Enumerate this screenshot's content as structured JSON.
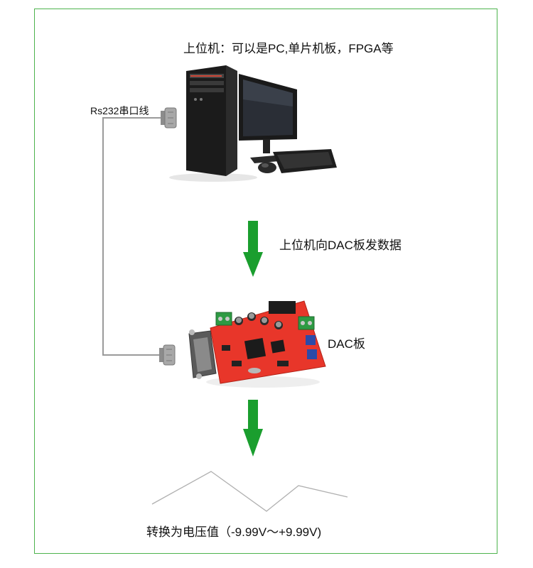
{
  "labels": {
    "host": "上位机：可以是PC,单片机板，FPGA等",
    "cable": "Rs232串口线",
    "send": "上位机向DAC板发数据",
    "dac_board": "DAC板",
    "output": "转换为电压值（-9.99V～+9.99V)"
  },
  "icons": {
    "computer": "desktop-computer-icon",
    "board": "dac-board-icon",
    "arrow": "green-down-arrow-icon",
    "connector": "db9-connector-icon"
  },
  "colors": {
    "frame": "#4db34d",
    "arrow": "#1a9e2e",
    "board": "#e8362a",
    "wire": "#9a9a9a",
    "waveform": "#b0b0b0"
  }
}
